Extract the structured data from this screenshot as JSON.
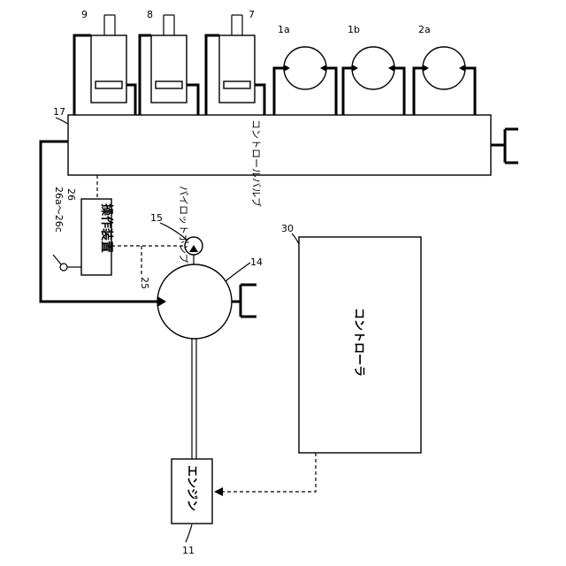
{
  "components": {
    "control_valve": {
      "label": "コントロールバルブ",
      "ref": "17"
    },
    "operation_device": {
      "label": "操作装置",
      "ref": "26"
    },
    "operation_levers": {
      "ref": "26a～26c"
    },
    "pilot_pump": {
      "label": "パイロットポンプ",
      "ref": "15"
    },
    "pilot_line": {
      "ref": "25"
    },
    "main_pump": {
      "ref": "14"
    },
    "controller": {
      "label": "コントローラ",
      "ref": "30"
    },
    "engine": {
      "label": "エンジン",
      "ref": "11"
    },
    "cylinders": [
      {
        "ref": "9"
      },
      {
        "ref": "8"
      },
      {
        "ref": "7"
      }
    ],
    "motors": [
      {
        "ref": "1a"
      },
      {
        "ref": "1b"
      },
      {
        "ref": "2a"
      }
    ]
  }
}
